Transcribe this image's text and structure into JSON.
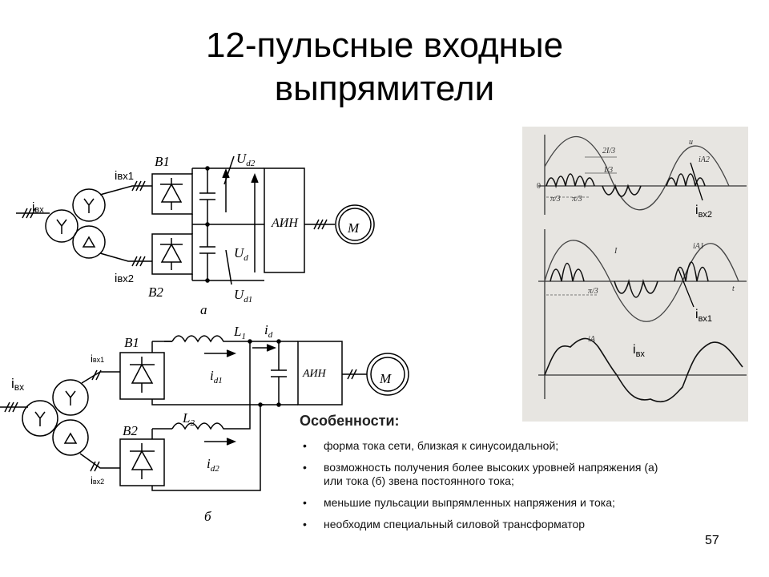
{
  "title": {
    "line1": "12-пульсные входные",
    "line2": "выпрямители"
  },
  "diagram_a": {
    "b1": "B1",
    "b2": "B2",
    "ud2": "U",
    "ud2_sub": "d2",
    "ud": "U",
    "ud_sub": "d",
    "ud1": "U",
    "ud1_sub": "d1",
    "inverter": "АИН",
    "motor": "M",
    "i_vx": "i",
    "i_vx_sub": "вх",
    "i_vx1": "i",
    "i_vx1_sub": "вх1",
    "i_vx2": "i",
    "i_vx2_sub": "вх2",
    "caption": "а"
  },
  "diagram_b": {
    "b1": "B1",
    "b2": "B2",
    "l1": "L",
    "l1_sub": "1",
    "l2": "L",
    "l2_sub": "2",
    "id": "i",
    "id_sub": "d",
    "id1": "i",
    "id1_sub": "d1",
    "id2": "i",
    "id2_sub": "d2",
    "inverter": "АИН",
    "motor": "M",
    "i_vx": "i",
    "i_vx_sub": "вх",
    "i_vx1": "i",
    "i_vx1_sub": "вх1",
    "i_vx2": "i",
    "i_vx2_sub": "вх2",
    "caption": "б"
  },
  "waveforms": {
    "label_ivx2": "i",
    "label_ivx2_sub": "вх2",
    "label_ivx1": "i",
    "label_ivx1_sub": "вх1",
    "label_ivx": "i",
    "label_ivx_sub": "вх",
    "scan_u": "u",
    "scan_t": "t",
    "scan_zero": "0",
    "scan_23": "2I/3",
    "scan_13": "I/3",
    "scan_pi3a": "π/3",
    "scan_pi3b": "π/3",
    "scan_pi3c": "π/3",
    "scan_I": "I",
    "scan_iA2": "iA2",
    "scan_iA1": "iA1",
    "scan_iA": "iA"
  },
  "features": {
    "heading": "Особенности:",
    "bullet": "•",
    "items": [
      "форма тока сети, близкая к синусоидальной;",
      "возможность получения более высоких уровней напряжения (а) или тока (б) звена постоянного тока;",
      "меньшие пульсации выпрямленных напряжения и тока;",
      "необходим специальный силовой трансформатор"
    ]
  },
  "page_number": "57"
}
